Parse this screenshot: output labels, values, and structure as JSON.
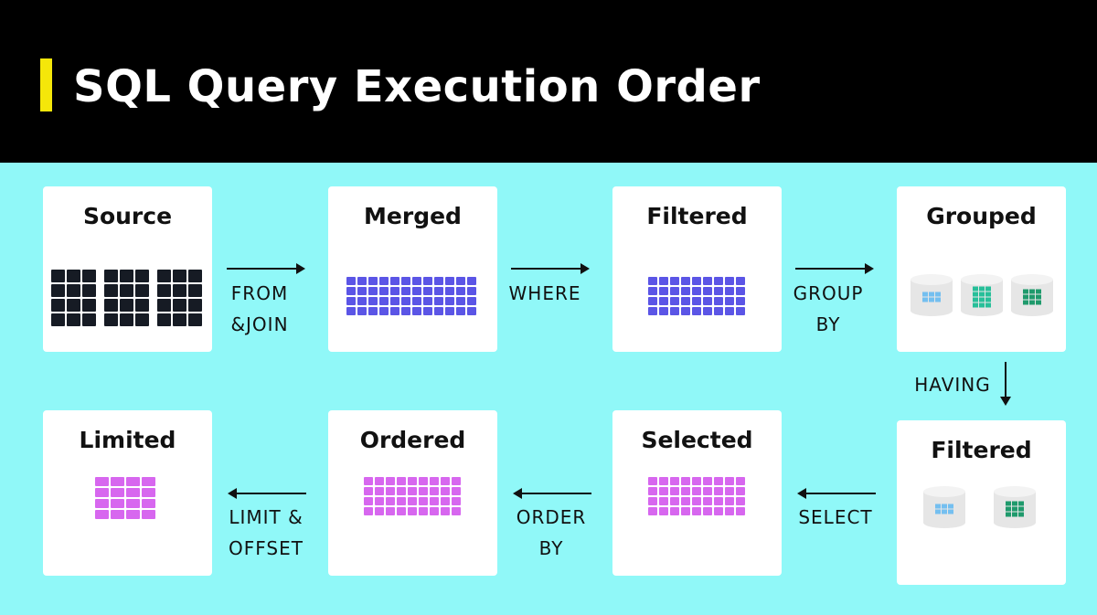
{
  "header": {
    "title": "SQL Query Execution Order"
  },
  "colors": {
    "accent": "#f5e70a",
    "background": "#90f8f8",
    "source_cells": "#161b24",
    "merged_cells": "#5b55e6",
    "selected_cells": "#d767ef",
    "blue_table": "#74bff0",
    "teal_table": "#27bf99",
    "green_table": "#1f9a6c",
    "cylinder": "#e6e6e6"
  },
  "cards": {
    "source": {
      "title": "Source"
    },
    "merged": {
      "title": "Merged"
    },
    "filtered_where": {
      "title": "Filtered"
    },
    "grouped": {
      "title": "Grouped"
    },
    "filtered_having": {
      "title": "Filtered"
    },
    "selected": {
      "title": "Selected"
    },
    "ordered": {
      "title": "Ordered"
    },
    "limited": {
      "title": "Limited"
    }
  },
  "operations": {
    "from_join": [
      "FROM",
      "&JOIN"
    ],
    "where": [
      "WHERE"
    ],
    "group_by": [
      "GROUP",
      "BY"
    ],
    "having": [
      "HAVING"
    ],
    "select": [
      "SELECT"
    ],
    "order_by": [
      "ORDER",
      "BY"
    ],
    "limit_offset": [
      "LIMIT &",
      "OFFSET"
    ]
  }
}
